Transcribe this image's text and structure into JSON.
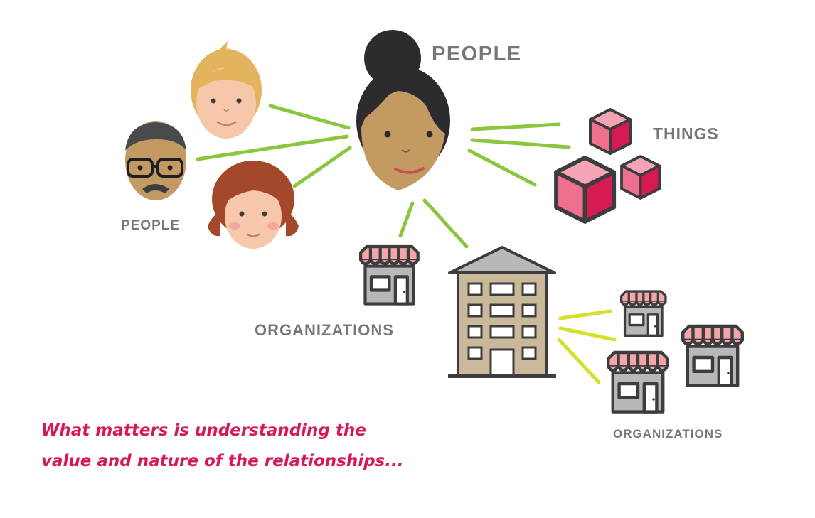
{
  "labels": {
    "people_main": "PEOPLE",
    "people_group": "PEOPLE",
    "things": "THINGS",
    "organizations_left": "ORGANIZATIONS",
    "organizations_right": "ORGANIZATIONS"
  },
  "tagline": {
    "line1": "What matters is understanding the",
    "line2": "value and nature of the relationships..."
  },
  "colors": {
    "tagline": "#d8175b",
    "labels": "#77777a",
    "people_links": "#8cc63f",
    "organization_links": "#d4e02a",
    "things_accent": "#e03468",
    "awning": "#f2a6a8"
  },
  "nodes": [
    {
      "name": "central-person",
      "icon": "woman-dark-hair-bun-icon"
    },
    {
      "name": "person-blond",
      "icon": "blond-man-icon"
    },
    {
      "name": "person-glasses",
      "icon": "man-glasses-mustache-icon"
    },
    {
      "name": "person-redhead",
      "icon": "woman-red-hair-icon"
    },
    {
      "name": "things",
      "icon": "pink-cubes-icon"
    },
    {
      "name": "small-shop",
      "icon": "shop-awning-icon"
    },
    {
      "name": "office-building",
      "icon": "office-building-icon"
    },
    {
      "name": "shops-cluster",
      "icon": "shop-awning-icon"
    }
  ]
}
